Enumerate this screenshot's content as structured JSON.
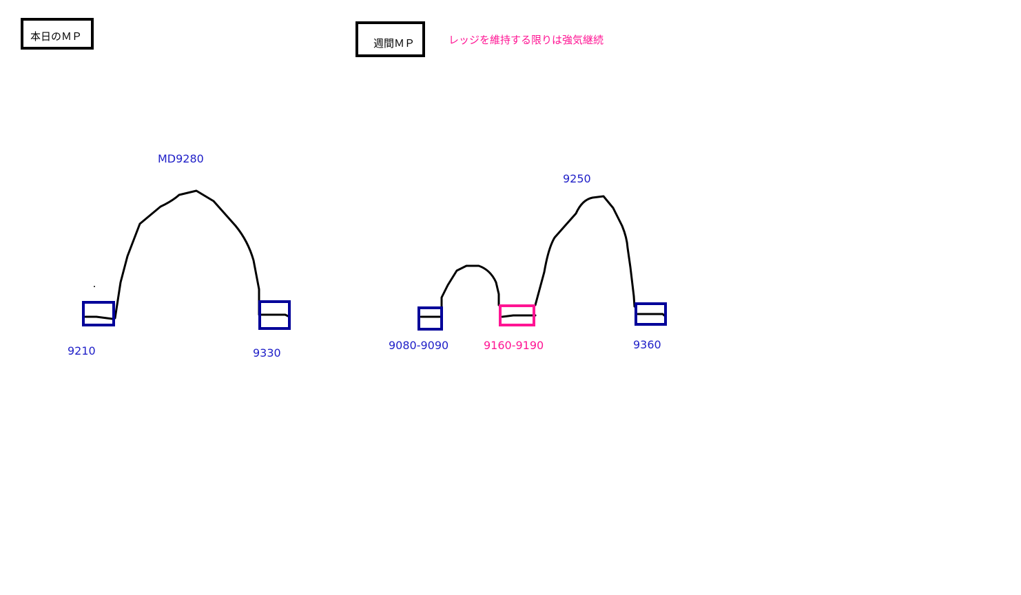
{
  "daily": {
    "title": "本日のＭＰ",
    "peak_label": "MD9280",
    "low_label": "9210",
    "high_label": "9330"
  },
  "weekly": {
    "title": "週間ＭＰ",
    "note": "レッジを維持する限りは強気継続",
    "peak_label": "9250",
    "labels": [
      "9080-9090",
      "9160-9190",
      "9360"
    ]
  },
  "colors": {
    "label_blue": "#2020c8",
    "box_navy": "#000099",
    "highlight_pink": "#ff1493",
    "curve": "#000000"
  }
}
